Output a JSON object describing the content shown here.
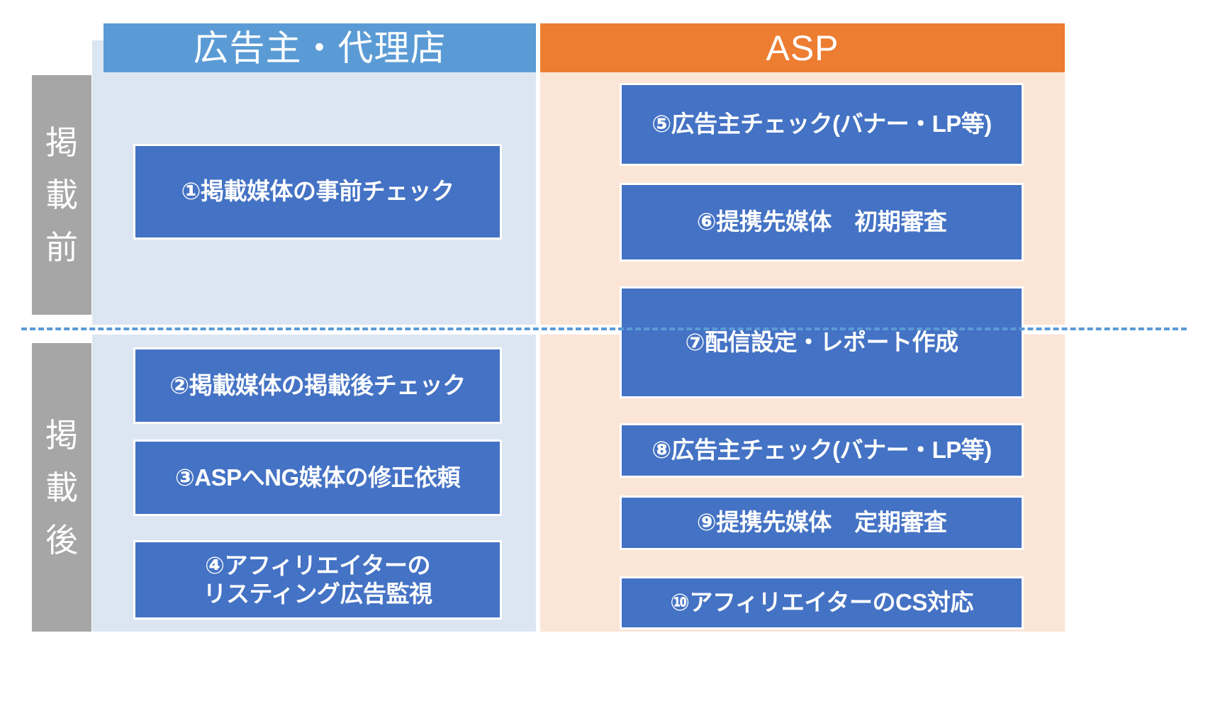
{
  "diagram": {
    "title_colors": {
      "advertiser_header_bg": "#5b9bd5",
      "asp_header_bg": "#ed7d31",
      "left_panel_bg": "#dce6f2",
      "right_panel_bg": "#fbe5d6",
      "process_box_bg": "#4472c4",
      "stage_label_bg": "#a6a6a6",
      "divider_color": "#5b9bd5"
    },
    "columns": [
      {
        "id": "advertiser-agency",
        "label": "広告主・代理店"
      },
      {
        "id": "asp",
        "label": "ASP"
      }
    ],
    "stages": [
      {
        "id": "pre-publication",
        "label": "掲載前",
        "chars": [
          "掲",
          "載",
          "前"
        ]
      },
      {
        "id": "post-publication",
        "label": "掲載後",
        "chars": [
          "掲",
          "載",
          "後"
        ]
      }
    ],
    "boxes": {
      "advertiser_pre": [
        {
          "number": "①",
          "label": "①掲載媒体の事前チェック"
        }
      ],
      "advertiser_post": [
        {
          "number": "②",
          "label": "②掲載媒体の掲載後チェック"
        },
        {
          "number": "③",
          "label": "③ASPへNG媒体の修正依頼"
        },
        {
          "number": "④",
          "label": "④アフィリエイターの\nリスティング広告監視"
        }
      ],
      "asp_pre": [
        {
          "number": "⑤",
          "label": "⑤広告主チェック(バナー・LP等)"
        },
        {
          "number": "⑥",
          "label": "⑥提携先媒体　初期審査"
        },
        {
          "number": "⑦",
          "label": "⑦配信設定・レポート作成"
        }
      ],
      "asp_post": [
        {
          "number": "⑧",
          "label": "⑧広告主チェック(バナー・LP等)"
        },
        {
          "number": "⑨",
          "label": "⑨提携先媒体　定期審査"
        },
        {
          "number": "⑩",
          "label": "⑩アフィリエイターのCS対応"
        }
      ]
    }
  }
}
